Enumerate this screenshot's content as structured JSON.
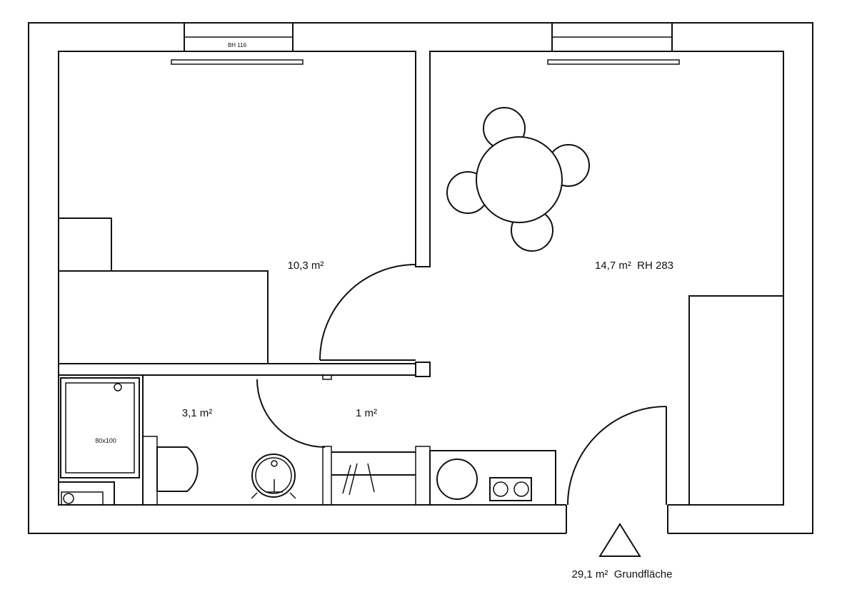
{
  "plan": {
    "window_label": "BH 116",
    "shower_label": "80x100",
    "rooms": {
      "bedroom": "10,3 m²",
      "living": "14,7 m²  RH 283",
      "bathroom": "3,1 m²",
      "hall": "1 m²"
    },
    "total": "29,1 m²  Grundfläche"
  }
}
